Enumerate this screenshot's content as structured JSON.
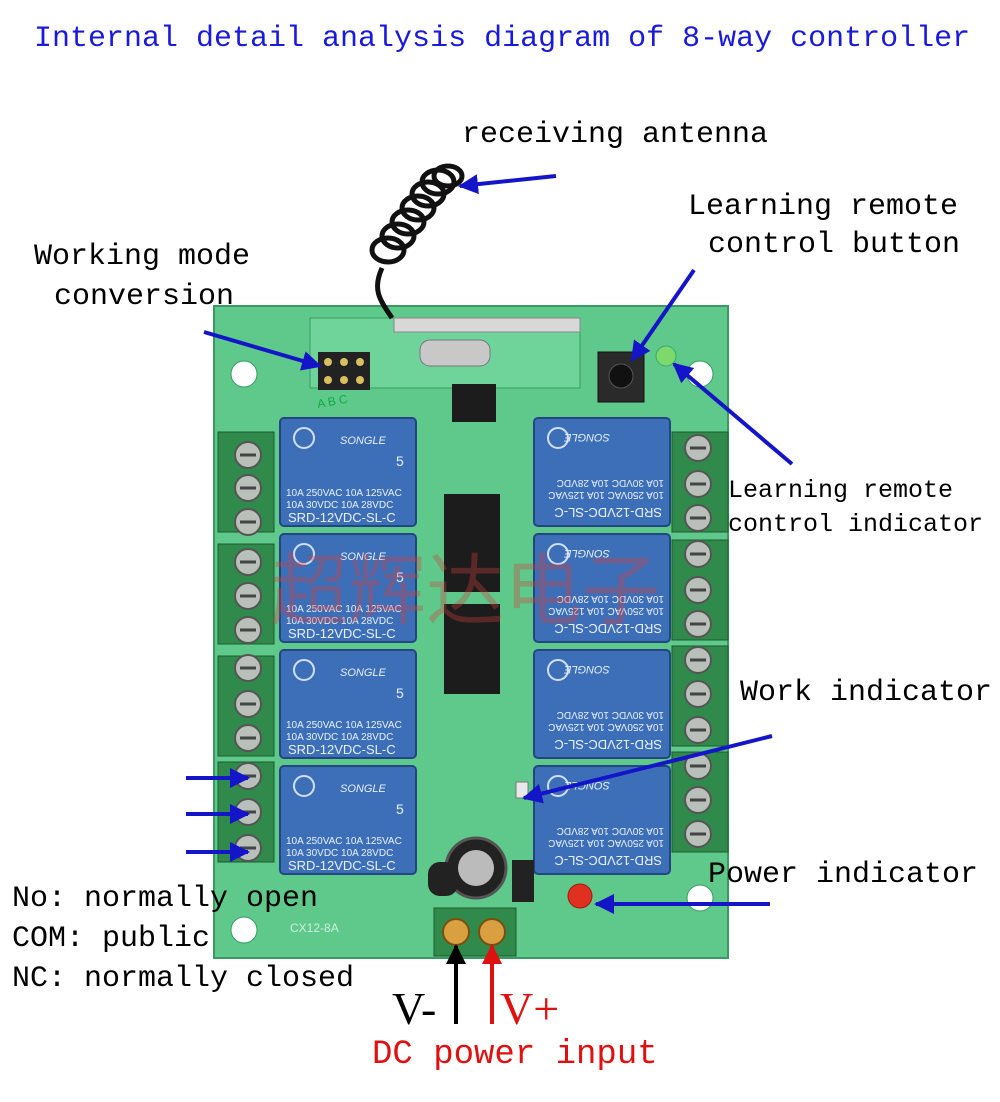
{
  "title": "Internal detail analysis diagram of 8-way controller",
  "labels": {
    "antenna": "receiving antenna",
    "learning_button_line1": "Learning remote",
    "learning_button_line2": "control button",
    "working_mode_line1": "Working mode",
    "working_mode_line2": "conversion",
    "learning_indicator_line1": "Learning remote",
    "learning_indicator_line2": "control indicator",
    "work_indicator": "Work indicator",
    "power_indicator": "Power indicator",
    "no": "No: normally open",
    "com": "COM: public",
    "nc": "NC: normally closed",
    "v_minus": "V-",
    "v_plus": "V+",
    "dc_input": "DC power input"
  },
  "board": {
    "relay_top_text": [
      "10A 250VAC  10A 125VAC",
      "10A  30VDC  10A  28VDC"
    ],
    "relay_model": "SRD-12VDC-SL-C",
    "relay_brand": "SONGLE",
    "relay_mark": "5",
    "jumper_letters": "A B C",
    "board_code": "CX12-8A",
    "watermark": "超辉达电子"
  },
  "colors": {
    "title": "#1a1adc",
    "arrow_blue": "#1414c8",
    "arrow_red": "#e01010",
    "pcb": "#5ec98a",
    "relay": "#3d6fb8",
    "led_red": "#e03020",
    "led_green": "#7cd96a"
  }
}
